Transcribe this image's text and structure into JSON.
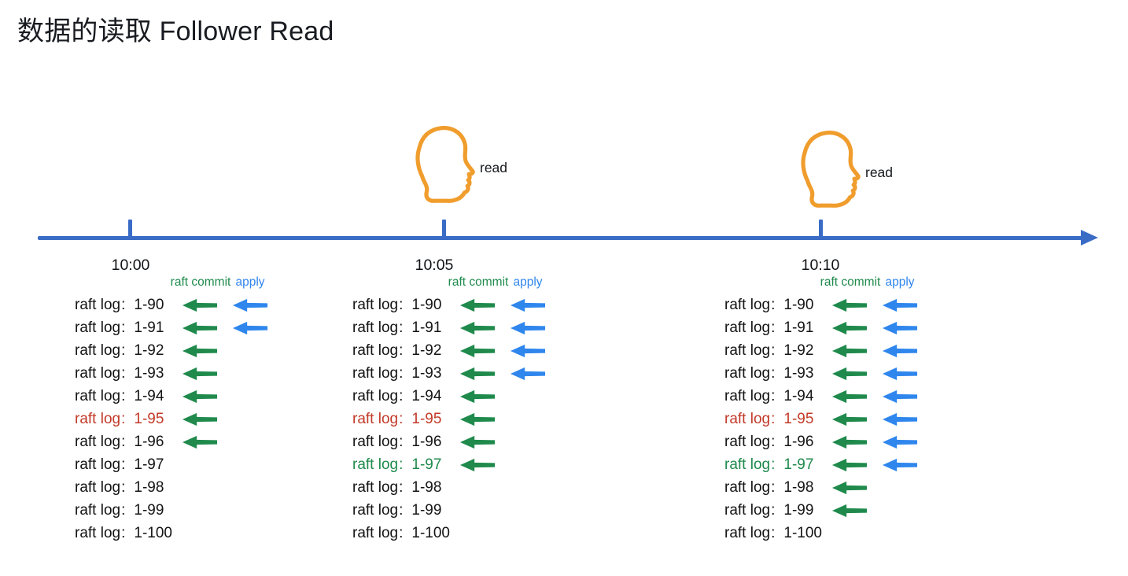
{
  "title": "数据的读取 Follower Read",
  "colors": {
    "commit_green": "#1f8a4c",
    "apply_blue": "#2f86ed",
    "timeline_blue": "#3a6cc6",
    "head_orange": "#f09d2d",
    "highlight_red": "#c23a28",
    "text_dark": "#141414"
  },
  "timeline": {
    "readers": [
      {
        "label": "read"
      },
      {
        "label": "read"
      }
    ]
  },
  "columns": [
    {
      "time": "10:00",
      "commit_header": "raft commit",
      "apply_header": "apply",
      "rows": [
        {
          "label": "raft log",
          "value": "1-90",
          "color": "default",
          "commit": true,
          "apply": true
        },
        {
          "label": "raft log",
          "value": "1-91",
          "color": "default",
          "commit": true,
          "apply": true
        },
        {
          "label": "raft log",
          "value": "1-92",
          "color": "default",
          "commit": true,
          "apply": false
        },
        {
          "label": "raft log",
          "value": "1-93",
          "color": "default",
          "commit": true,
          "apply": false
        },
        {
          "label": "raft log",
          "value": "1-94",
          "color": "default",
          "commit": true,
          "apply": false
        },
        {
          "label": "raft log",
          "value": "1-95",
          "color": "red",
          "commit": true,
          "apply": false
        },
        {
          "label": "raft log",
          "value": "1-96",
          "color": "default",
          "commit": true,
          "apply": false
        },
        {
          "label": "raft log",
          "value": "1-97",
          "color": "default",
          "commit": false,
          "apply": false
        },
        {
          "label": "raft log",
          "value": "1-98",
          "color": "default",
          "commit": false,
          "apply": false
        },
        {
          "label": "raft log",
          "value": "1-99",
          "color": "default",
          "commit": false,
          "apply": false
        },
        {
          "label": "raft log",
          "value": "1-100",
          "color": "default",
          "commit": false,
          "apply": false
        }
      ]
    },
    {
      "time": "10:05",
      "commit_header": "raft commit",
      "apply_header": "apply",
      "rows": [
        {
          "label": "raft log",
          "value": "1-90",
          "color": "default",
          "commit": true,
          "apply": true
        },
        {
          "label": "raft log",
          "value": "1-91",
          "color": "default",
          "commit": true,
          "apply": true
        },
        {
          "label": "raft log",
          "value": "1-92",
          "color": "default",
          "commit": true,
          "apply": true
        },
        {
          "label": "raft log",
          "value": "1-93",
          "color": "default",
          "commit": true,
          "apply": true
        },
        {
          "label": "raft log",
          "value": "1-94",
          "color": "default",
          "commit": true,
          "apply": false
        },
        {
          "label": "raft log",
          "value": "1-95",
          "color": "red",
          "commit": true,
          "apply": false
        },
        {
          "label": "raft log",
          "value": "1-96",
          "color": "default",
          "commit": true,
          "apply": false
        },
        {
          "label": "raft log",
          "value": "1-97",
          "color": "green",
          "commit": true,
          "apply": false
        },
        {
          "label": "raft log",
          "value": "1-98",
          "color": "default",
          "commit": false,
          "apply": false
        },
        {
          "label": "raft log",
          "value": "1-99",
          "color": "default",
          "commit": false,
          "apply": false
        },
        {
          "label": "raft log",
          "value": "1-100",
          "color": "default",
          "commit": false,
          "apply": false
        }
      ]
    },
    {
      "time": "10:10",
      "commit_header": "raft commit",
      "apply_header": "apply",
      "rows": [
        {
          "label": "raft log",
          "value": "1-90",
          "color": "default",
          "commit": true,
          "apply": true
        },
        {
          "label": "raft log",
          "value": "1-91",
          "color": "default",
          "commit": true,
          "apply": true
        },
        {
          "label": "raft log",
          "value": "1-92",
          "color": "default",
          "commit": true,
          "apply": true
        },
        {
          "label": "raft log",
          "value": "1-93",
          "color": "default",
          "commit": true,
          "apply": true
        },
        {
          "label": "raft log",
          "value": "1-94",
          "color": "default",
          "commit": true,
          "apply": true
        },
        {
          "label": "raft log",
          "value": "1-95",
          "color": "red",
          "commit": true,
          "apply": true
        },
        {
          "label": "raft log",
          "value": "1-96",
          "color": "default",
          "commit": true,
          "apply": true
        },
        {
          "label": "raft log",
          "value": "1-97",
          "color": "green",
          "commit": true,
          "apply": true
        },
        {
          "label": "raft log",
          "value": "1-98",
          "color": "default",
          "commit": true,
          "apply": false
        },
        {
          "label": "raft log",
          "value": "1-99",
          "color": "default",
          "commit": true,
          "apply": false
        },
        {
          "label": "raft log",
          "value": "1-100",
          "color": "default",
          "commit": false,
          "apply": false
        }
      ]
    }
  ]
}
